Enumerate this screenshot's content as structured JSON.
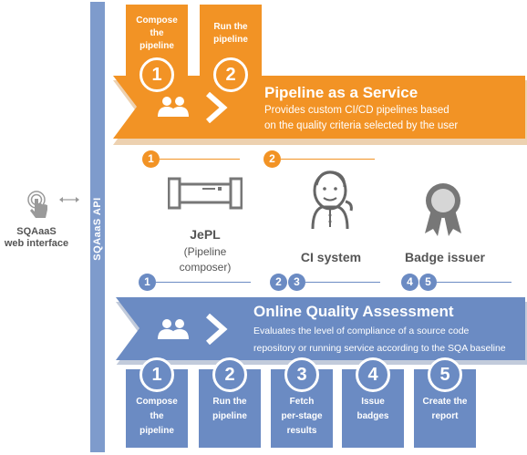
{
  "api_label": "SQAaaS API",
  "web_interface": {
    "line1": "SQAaaS",
    "line2": "web interface"
  },
  "paas": {
    "title": "Pipeline as a Service",
    "desc_line1": "Provides custom CI/CD pipelines based",
    "desc_line2": "on the quality criteria selected by the user",
    "steps": [
      {
        "num": "1",
        "line1": "Compose",
        "line2": "the",
        "line3": "pipeline"
      },
      {
        "num": "2",
        "line1": "Run the",
        "line2": "pipeline"
      }
    ]
  },
  "components": {
    "jepl": {
      "title": "JePL",
      "sub1": "(Pipeline",
      "sub2": "composer)"
    },
    "ci": {
      "title": "CI system"
    },
    "badge": {
      "title": "Badge issuer"
    }
  },
  "markers": {
    "orange1": "1",
    "orange2": "2",
    "blue_jepl": [
      "1"
    ],
    "blue_ci": [
      "2",
      "3"
    ],
    "blue_badge": [
      "4",
      "5"
    ]
  },
  "oqa": {
    "title": "Online Quality Assessment",
    "desc_line1": "Evaluates the level of compliance of a source code",
    "desc_line2": "repository or running service according to the SQA baseline",
    "steps": [
      {
        "num": "1",
        "line1": "Compose",
        "line2": "the",
        "line3": "pipeline"
      },
      {
        "num": "2",
        "line1": "Run the",
        "line2": "pipeline",
        "line3": ""
      },
      {
        "num": "3",
        "line1": "Fetch",
        "line2": "per-stage",
        "line3": "results"
      },
      {
        "num": "4",
        "line1": "Issue",
        "line2": "badges",
        "line3": ""
      },
      {
        "num": "5",
        "line1": "Create the",
        "line2": "report",
        "line3": ""
      }
    ]
  },
  "colors": {
    "orange": "#f29325",
    "blue": "#6b8bc3",
    "api": "#7e9bcc",
    "grey": "#555555"
  }
}
